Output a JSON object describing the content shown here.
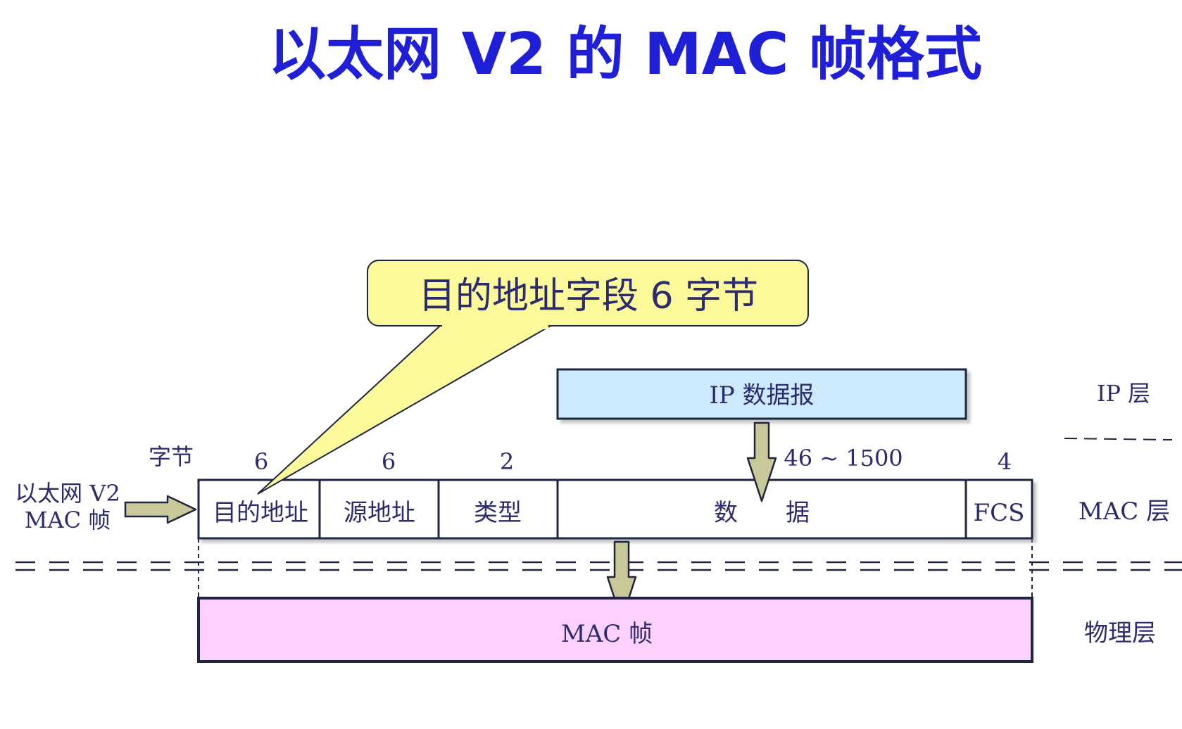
{
  "title": "以太网 V2 的 MAC 帧格式",
  "callout": {
    "text": "目的地址字段 6 字节"
  },
  "ip_datagram": {
    "label": "IP 数据报"
  },
  "unit_label": "字节",
  "input_label": {
    "line1": "以太网 V2",
    "line2": "MAC 帧"
  },
  "fields": [
    {
      "label": "目的地址",
      "size": "6"
    },
    {
      "label": "源地址",
      "size": "6"
    },
    {
      "label": "类型",
      "size": "2"
    },
    {
      "label": "数　　据",
      "size": "46 ~ 1500"
    },
    {
      "label": "FCS",
      "size": "4"
    }
  ],
  "physical_frame": {
    "label": "MAC 帧"
  },
  "layers": {
    "ip": "IP 层",
    "mac": "MAC 层",
    "physical": "物理层"
  },
  "colors": {
    "title": "#1f1fd8",
    "text": "#2b2b6e",
    "callout_fill": "#fbf99a",
    "ip_fill": "#cdeafd",
    "physical_fill": "#fdd0fd",
    "arrow_fill": "#c8c899",
    "stroke": "#1f2540"
  }
}
